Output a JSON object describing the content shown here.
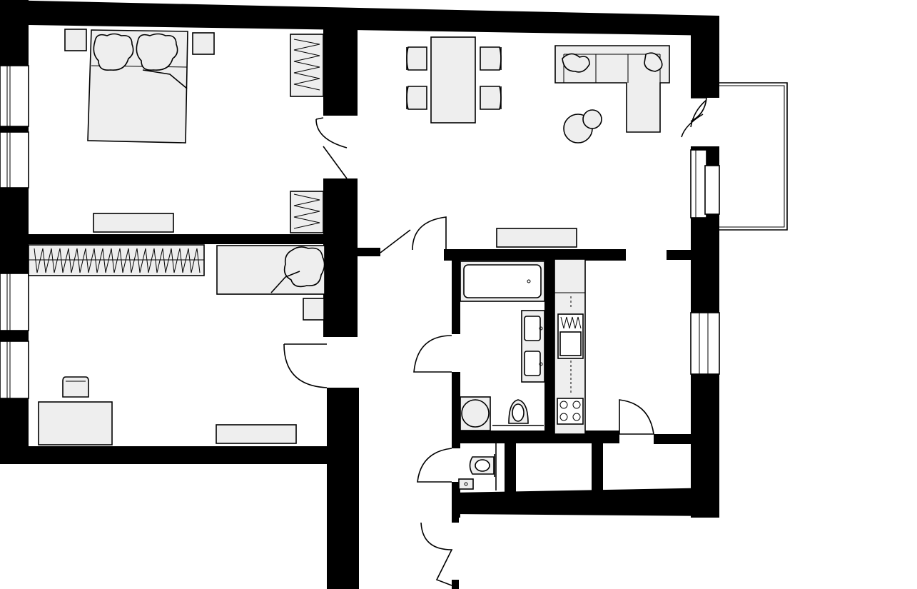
{
  "plan": {
    "rooms": [
      {
        "id": "bedroom-1"
      },
      {
        "id": "bedroom-2"
      },
      {
        "id": "living-dining"
      },
      {
        "id": "bathroom"
      },
      {
        "id": "kitchen"
      },
      {
        "id": "toilet"
      },
      {
        "id": "hallway"
      },
      {
        "id": "balcony"
      },
      {
        "id": "storage"
      }
    ]
  }
}
